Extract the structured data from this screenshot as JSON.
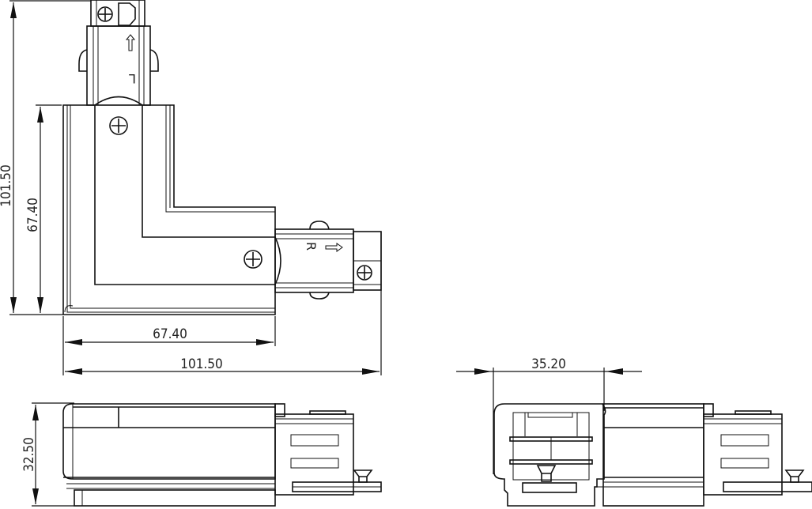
{
  "drawing": {
    "top_view": {
      "dim_total_height": "101.50",
      "dim_body_height": "67.40",
      "dim_body_width": "67.40",
      "dim_total_width": "101.50",
      "label_left_connector": "L",
      "label_right_connector": "R"
    },
    "side_view": {
      "dim_height": "32.50"
    },
    "front_view": {
      "dim_width": "35.20"
    }
  }
}
